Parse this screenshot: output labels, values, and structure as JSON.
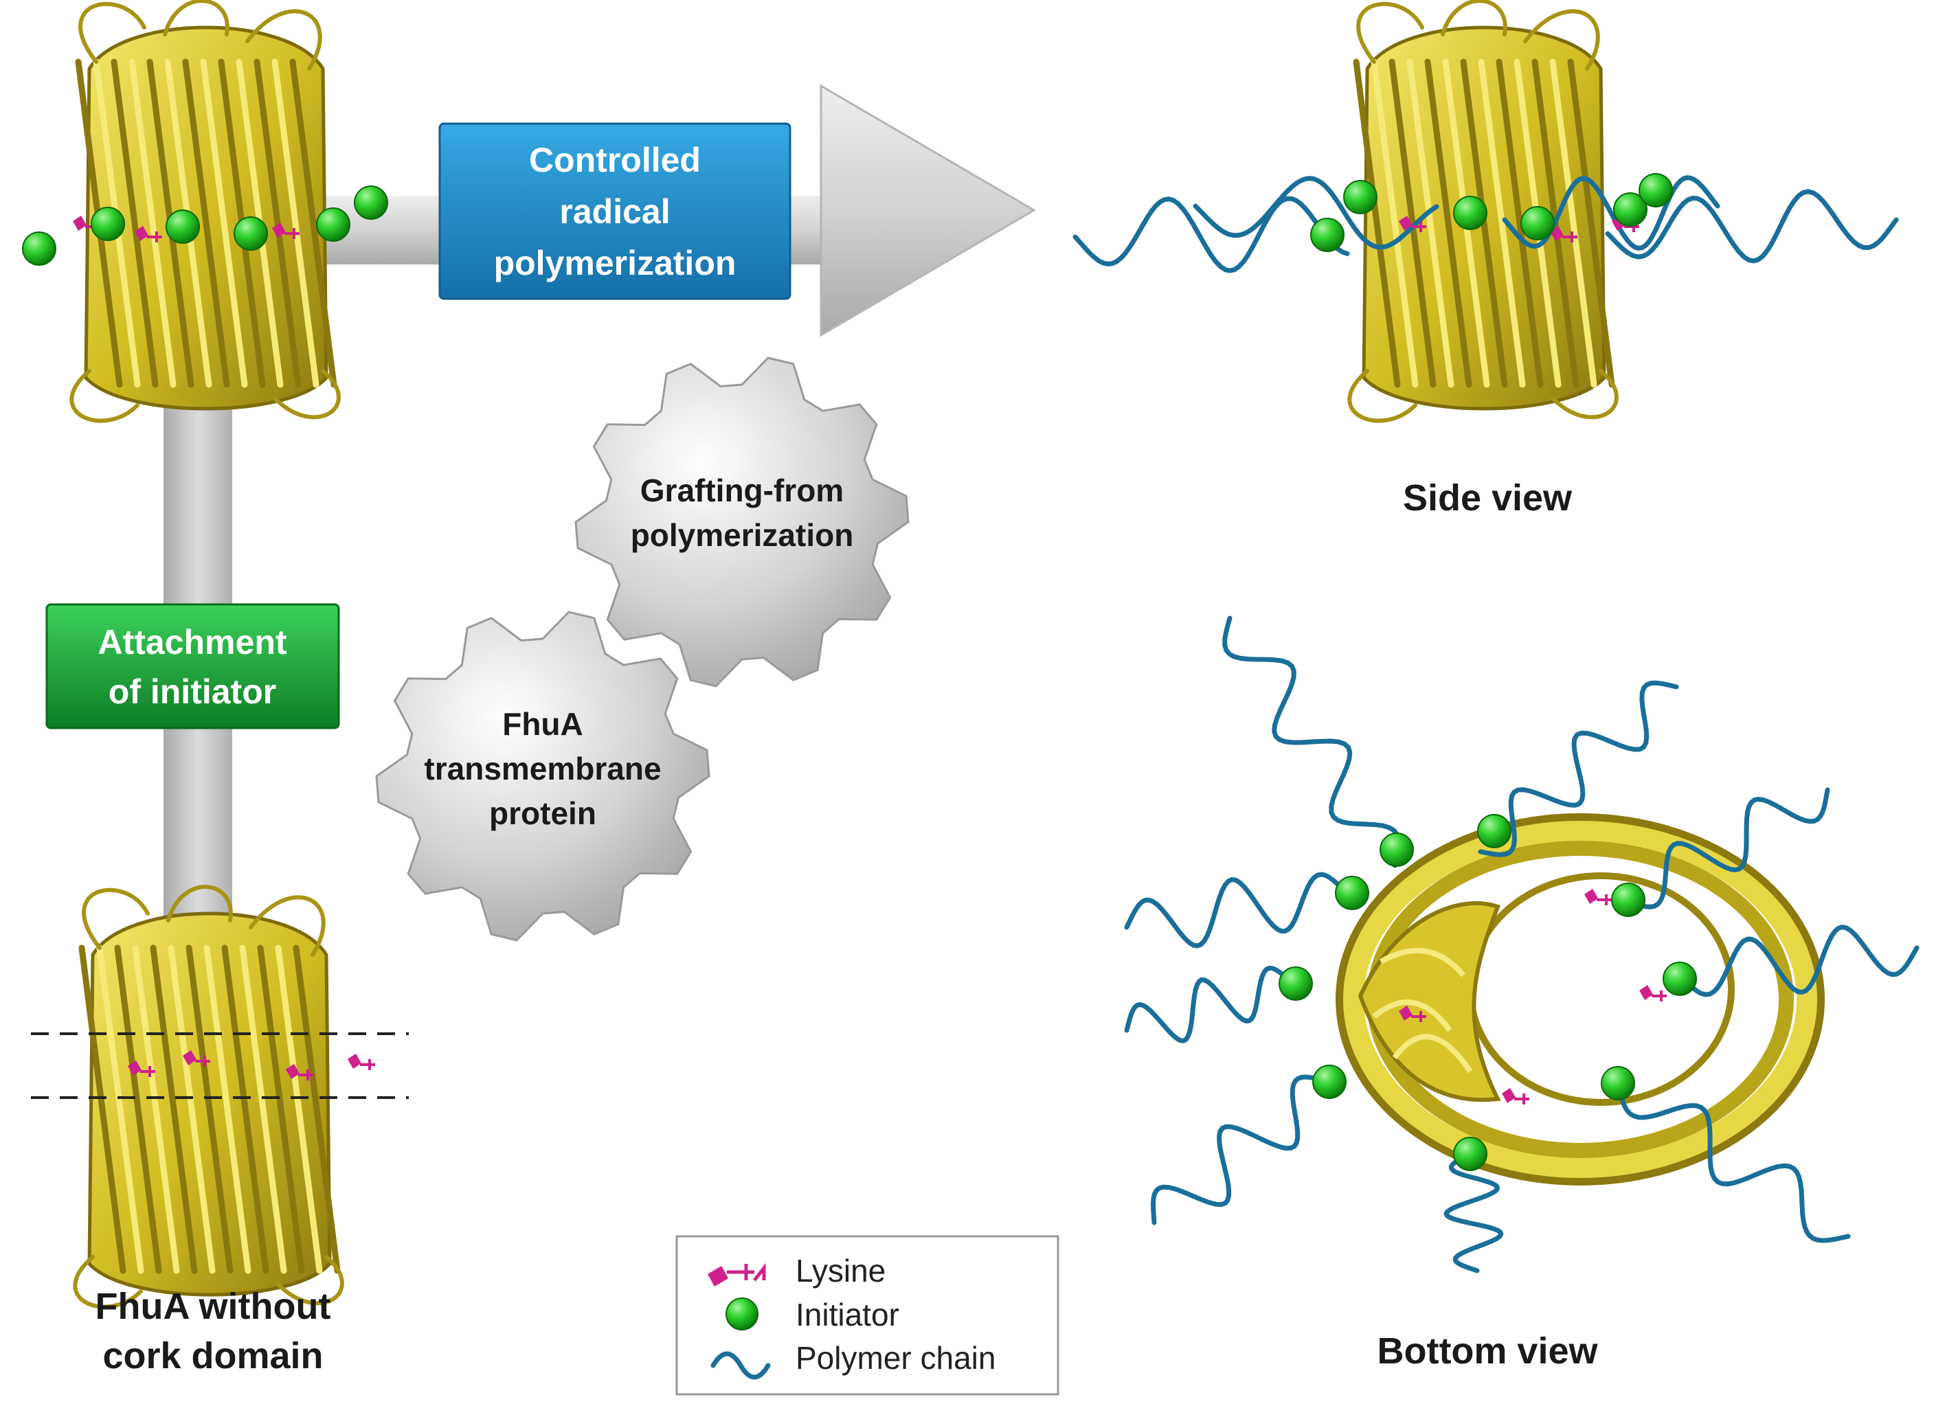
{
  "process": {
    "step_top_line1": "Controlled",
    "step_top_line2": "radical",
    "step_top_line3": "polymerization",
    "step_left_line1": "Attachment",
    "step_left_line2": "of initiator"
  },
  "gears": {
    "top_line1": "Grafting-from",
    "top_line2": "polymerization",
    "bottom_line1": "FhuA",
    "bottom_line2": "transmembrane",
    "bottom_line3": "protein"
  },
  "captions": {
    "start_line1": "FhuA without",
    "start_line2": "cork domain",
    "side_view": "Side view",
    "bottom_view": "Bottom view"
  },
  "legend": {
    "lysine": "Lysine",
    "initiator": "Initiator",
    "polymer_chain": "Polymer chain"
  },
  "colors": {
    "protein_gold": "#c8b21a",
    "protein_light": "#f0e05a",
    "initiator_green": "#1fc21f",
    "lysine_magenta": "#d0208c",
    "polymer_blue": "#1a6f9a",
    "box_blue": "#1e8fcd",
    "box_green": "#1aa33a",
    "arrow_gray": "#cfcfcf",
    "gear_gray": "#d4d4d4"
  }
}
